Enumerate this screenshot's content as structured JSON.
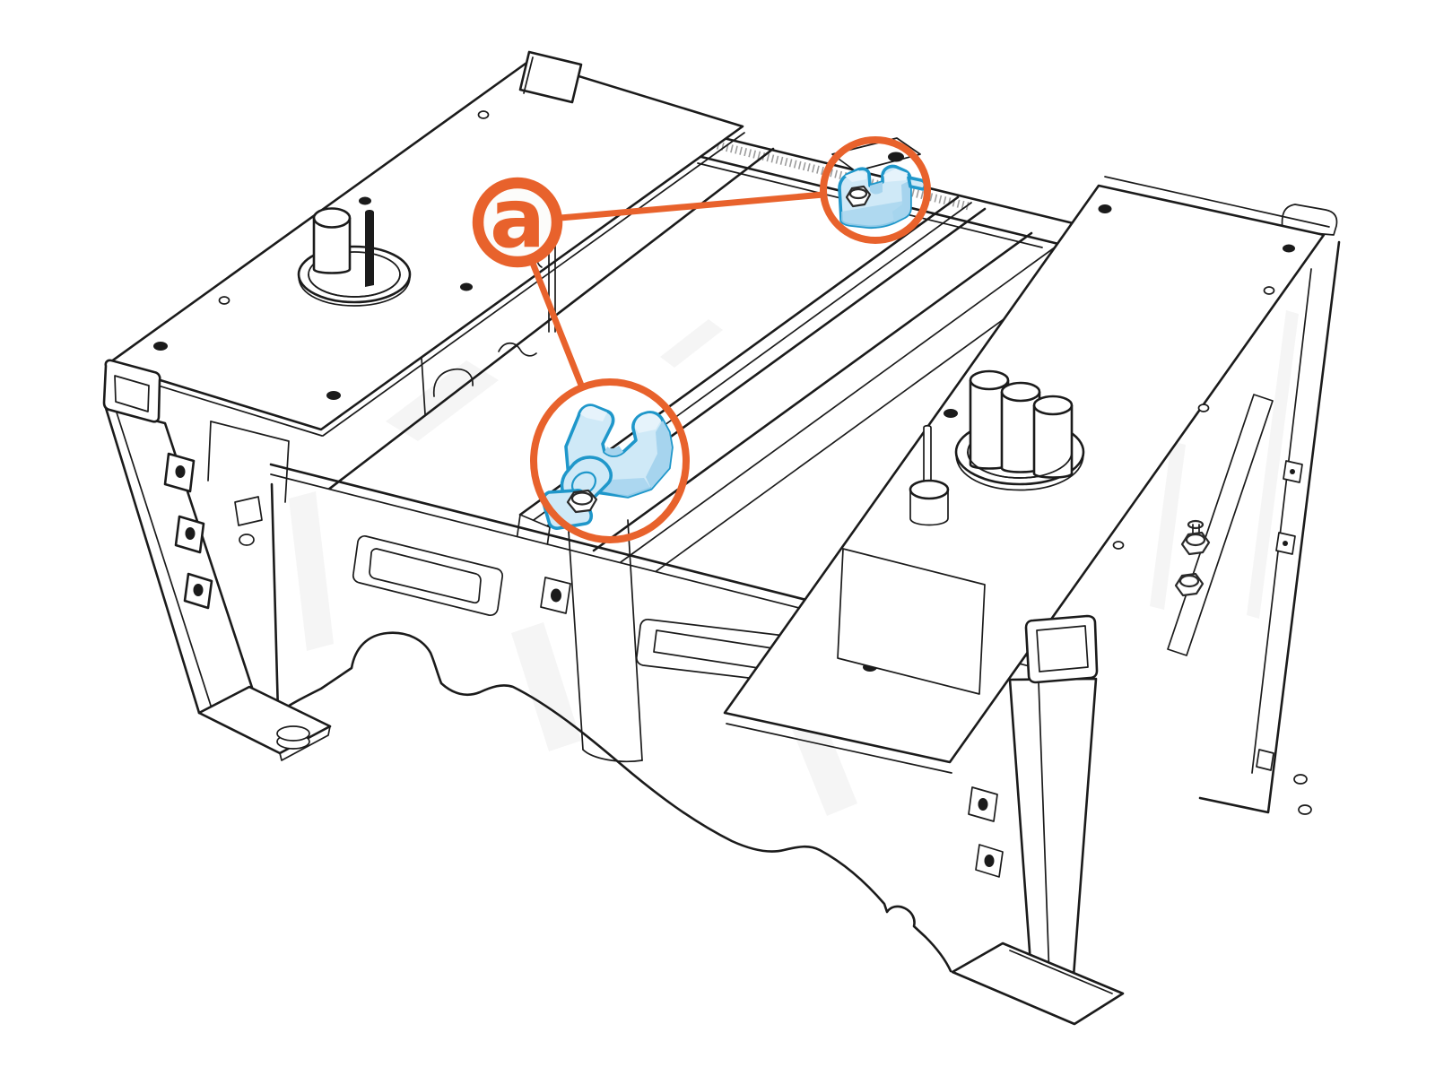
{
  "annotation": {
    "label": "a",
    "callout_count": 2
  },
  "highlighted_part": {
    "name": "saddle-clamp",
    "count": 2
  },
  "theme": {
    "background": "#ffffff",
    "line": "#1b1b1b",
    "accent": "#e8622c",
    "blue_stroke": "#1f97ca",
    "blue_fill": "#cfe9f7",
    "blue_fill_light": "#e6f3fb",
    "blue_fill_mid": "#a6d4ee"
  }
}
